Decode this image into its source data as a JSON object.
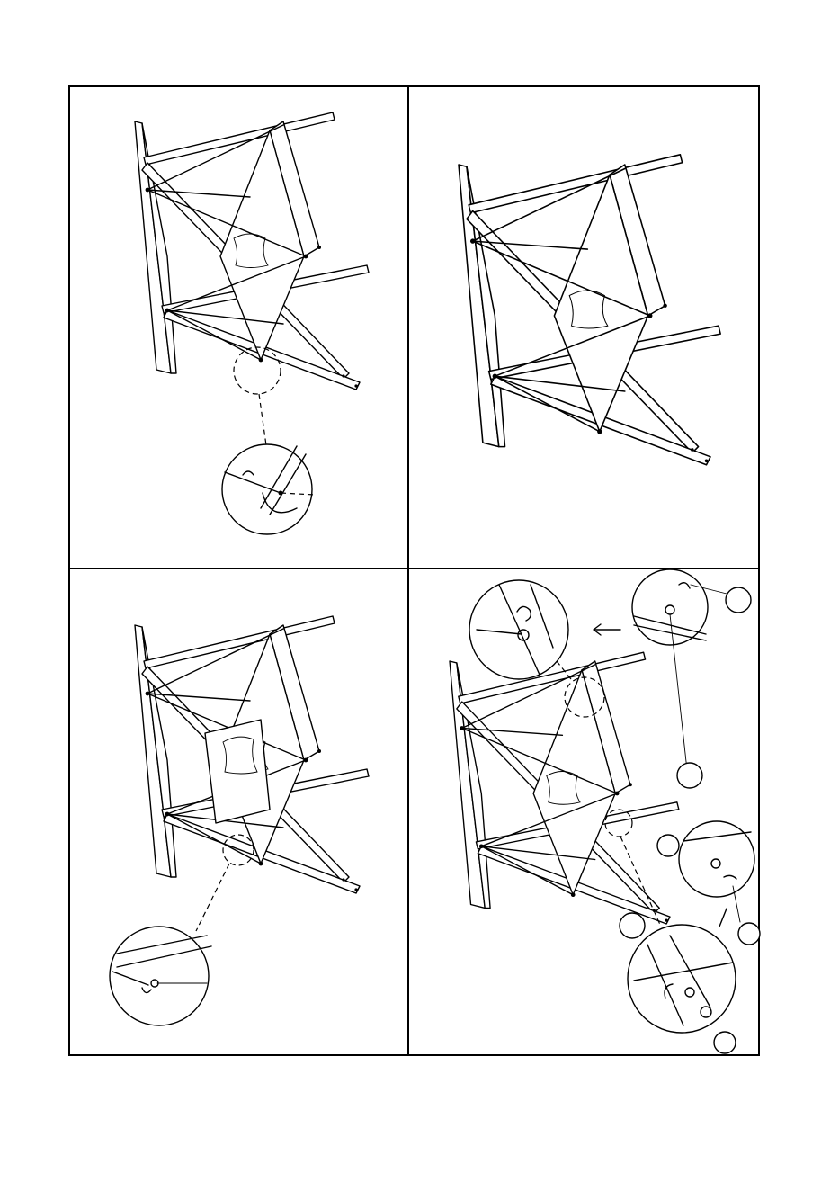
{
  "panels": [
    {
      "id": "step-1",
      "callouts": 0
    },
    {
      "id": "step-2",
      "callouts": 0
    },
    {
      "id": "step-3",
      "callouts": 0
    },
    {
      "id": "step-4",
      "callouts": 6
    }
  ],
  "callout_labels": [
    "",
    "",
    "",
    "",
    "",
    ""
  ]
}
